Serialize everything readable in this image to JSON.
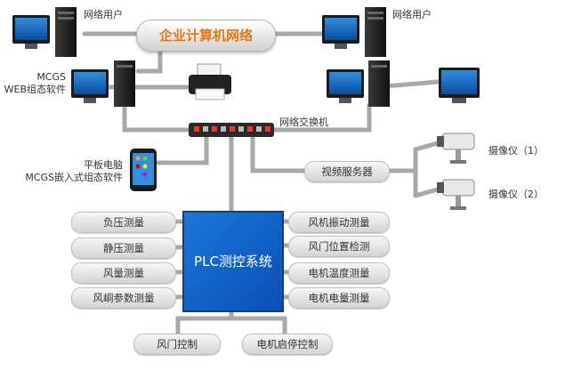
{
  "network": {
    "cloud_label": "企业计算机网络",
    "user_label_left": "网络用户",
    "user_label_right": "网络用户",
    "mcgs_web_line1": "MCGS",
    "mcgs_web_line2": "WEB组态软件",
    "switch_label": "网络交换机",
    "tablet_line1": "平板电脑",
    "tablet_line2": "MCGS嵌入式组态软件",
    "video_server": "视频服务器",
    "camera1": "摄像仪（1）",
    "camera2": "摄像仪（2）"
  },
  "plc": {
    "label": "PLC测控系统"
  },
  "left_modules": [
    "负压测量",
    "静压测量",
    "风量测量",
    "风峒参数测量"
  ],
  "right_modules": [
    "风机振动测量",
    "风门位置检测",
    "电机温度测量",
    "电机电量测量"
  ],
  "bottom_modules": [
    "风门控制",
    "电机启停控制"
  ],
  "colors": {
    "cloud_text": "#e87811",
    "plc_fill": "#1565d8",
    "line": "#a8a8a8"
  }
}
